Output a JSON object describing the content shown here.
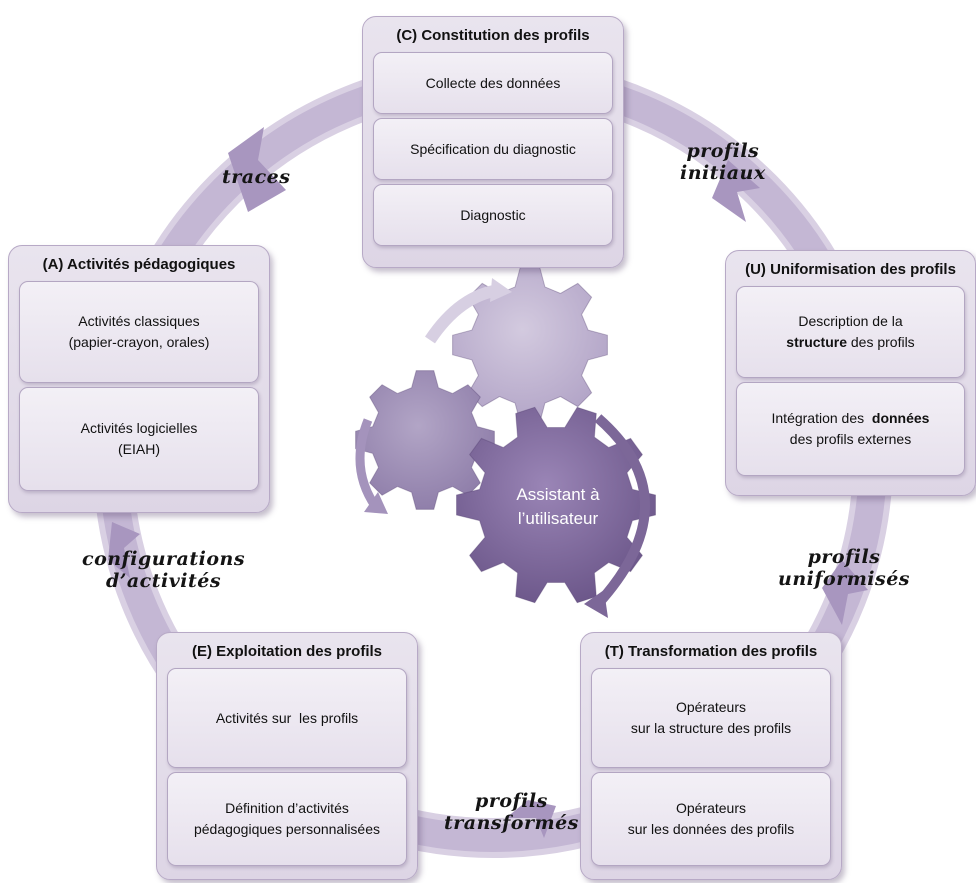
{
  "center": {
    "label_line1": "Assistant à",
    "label_line2": "l’utilisateur"
  },
  "panels": {
    "c": {
      "title": "(C) Constitution des profils",
      "items": [
        "Collecte des données",
        "Spécification du diagnostic",
        "Diagnostic"
      ]
    },
    "a": {
      "title": "(A) Activités pédagogiques",
      "items": [
        {
          "line1": "Activités classiques",
          "line2": "(papier-crayon, orales)"
        },
        {
          "line1": "Activités logicielles",
          "line2": "(EIAH)"
        }
      ]
    },
    "u": {
      "title": "(U) Uniformisation des profils",
      "items": [
        {
          "line1": "Description de la",
          "bold": "structure",
          "rest": " des profils"
        },
        {
          "pre": "Intégration des  ",
          "bold": "données",
          "line2": "des profils externes"
        }
      ]
    },
    "e": {
      "title": "(E) Exploitation des profils",
      "items": [
        {
          "line1": "Activités sur  les profils"
        },
        {
          "line1": "Définition d’activités",
          "line2": "pédagogiques personnalisées"
        }
      ]
    },
    "t": {
      "title": "(T) Transformation des profils",
      "items": [
        {
          "line1": "Opérateurs",
          "line2": "sur la structure des profils"
        },
        {
          "line1": "Opérateurs",
          "line2": "sur les données des profils"
        }
      ]
    }
  },
  "flow_labels": {
    "traces": "traces",
    "profils_initiaux": {
      "line1": "profils",
      "line2": "initiaux"
    },
    "profils_uniformises": {
      "line1": "profils",
      "line2": "uniformisés"
    },
    "profils_transformes": {
      "line1": "profils",
      "line2": "transformés"
    },
    "configurations": {
      "line1": "configurations",
      "line2": "d’activités"
    }
  },
  "colors": {
    "ring": "#c9bdd8",
    "panel": "#e3dcea",
    "gear_dark": "#7e6a9b",
    "gear_mid": "#9c8cb3",
    "gear_light": "#bdb1cd"
  }
}
